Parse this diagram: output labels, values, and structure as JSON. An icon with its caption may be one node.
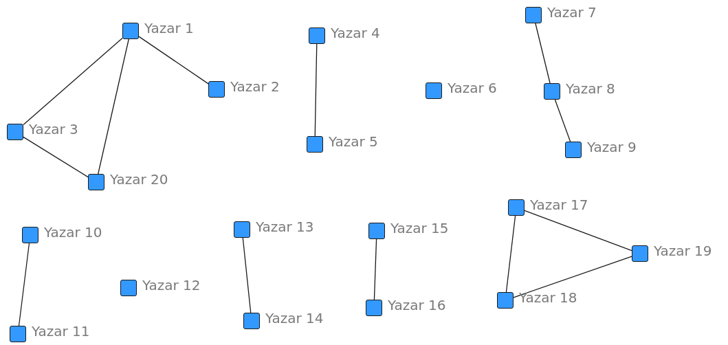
{
  "diagram": {
    "nodes": [
      {
        "text": [],
        "shape": "box",
        "beside": [
          "Yazar 1"
        ]
      },
      {
        "text": [],
        "shape": "box",
        "beside": [
          "Yazar 2"
        ]
      },
      {
        "text": [],
        "shape": "box",
        "beside": [
          "Yazar 3"
        ]
      },
      {
        "text": [],
        "shape": "box",
        "beside": [
          "Yazar 4"
        ]
      },
      {
        "text": [],
        "shape": "box",
        "beside": [
          "Yazar 5"
        ]
      },
      {
        "text": [],
        "shape": "box",
        "beside": [
          "Yazar 6"
        ]
      },
      {
        "text": [],
        "shape": "box",
        "beside": [
          "Yazar 7"
        ]
      },
      {
        "text": [],
        "shape": "box",
        "beside": [
          "Yazar 8"
        ]
      },
      {
        "text": [],
        "shape": "box",
        "beside": [
          "Yazar 9"
        ]
      },
      {
        "text": [],
        "shape": "box",
        "beside": [
          "Yazar 10"
        ]
      },
      {
        "text": [],
        "shape": "box",
        "beside": [
          "Yazar 11"
        ]
      },
      {
        "text": [],
        "shape": "box",
        "beside": [
          "Yazar 12"
        ]
      },
      {
        "text": [],
        "shape": "box",
        "beside": [
          "Yazar 13"
        ]
      },
      {
        "text": [],
        "shape": "box",
        "beside": [
          "Yazar 14"
        ]
      },
      {
        "text": [],
        "shape": "box",
        "beside": [
          "Yazar 15"
        ]
      },
      {
        "text": [],
        "shape": "box",
        "beside": [
          "Yazar 16"
        ]
      },
      {
        "text": [],
        "shape": "box",
        "beside": [
          "Yazar 17"
        ]
      },
      {
        "text": [],
        "shape": "box",
        "beside": [
          "Yazar 18"
        ]
      },
      {
        "text": [],
        "shape": "box",
        "beside": [
          "Yazar 19"
        ]
      },
      {
        "text": [],
        "shape": "box",
        "beside": [
          "Yazar 20"
        ]
      }
    ],
    "edges": [
      {
        "from": 0,
        "to": 1,
        "arrow": "none"
      },
      {
        "from": 0,
        "to": 2,
        "arrow": "none"
      },
      {
        "from": 0,
        "to": 19,
        "arrow": "none"
      },
      {
        "from": 2,
        "to": 19,
        "arrow": "none"
      },
      {
        "from": 3,
        "to": 4,
        "arrow": "none"
      },
      {
        "from": 6,
        "to": 7,
        "arrow": "none"
      },
      {
        "from": 7,
        "to": 8,
        "arrow": "none"
      },
      {
        "from": 9,
        "to": 10,
        "arrow": "none"
      },
      {
        "from": 12,
        "to": 13,
        "arrow": "none"
      },
      {
        "from": 14,
        "to": 15,
        "arrow": "none"
      },
      {
        "from": 16,
        "to": 18,
        "arrow": "none"
      },
      {
        "from": 16,
        "to": 17,
        "arrow": "none"
      },
      {
        "from": 17,
        "to": 18,
        "arrow": "none"
      }
    ]
  }
}
